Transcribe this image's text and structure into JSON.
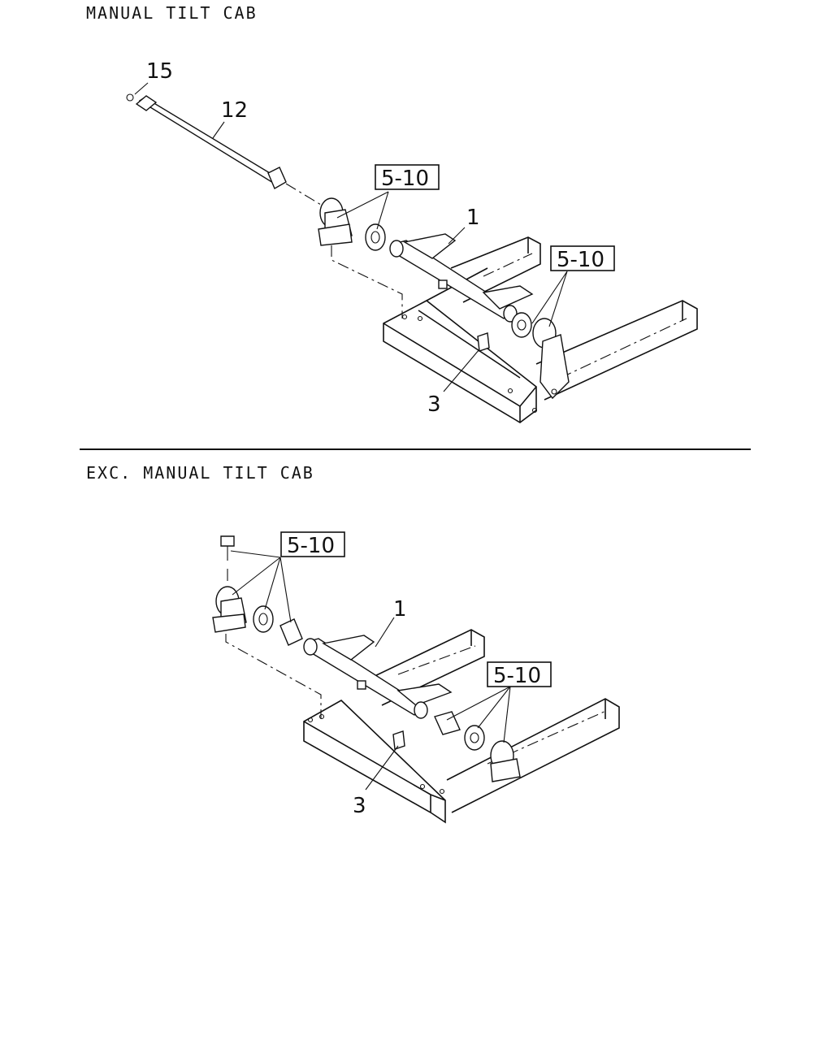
{
  "sections": [
    {
      "title": "MANUAL TILT CAB",
      "callouts": [
        {
          "label": "15"
        },
        {
          "label": "12"
        },
        {
          "label": "5-10",
          "boxed": true
        },
        {
          "label": "1"
        },
        {
          "label": "5-10",
          "boxed": true
        },
        {
          "label": "3"
        }
      ]
    },
    {
      "title": "EXC. MANUAL TILT CAB",
      "callouts": [
        {
          "label": "5-10",
          "boxed": true
        },
        {
          "label": "1"
        },
        {
          "label": "5-10",
          "boxed": true
        },
        {
          "label": "3"
        }
      ]
    }
  ]
}
